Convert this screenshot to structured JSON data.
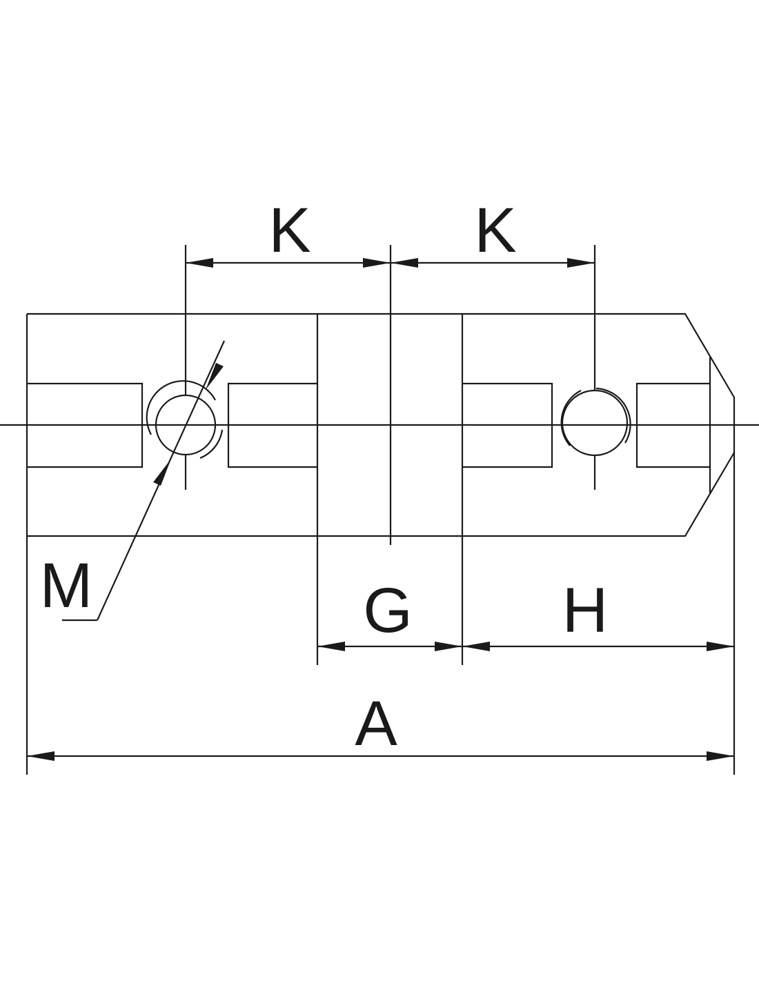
{
  "labels": {
    "k_left": "K",
    "k_right": "K",
    "m": "M",
    "g": "G",
    "h": "H",
    "a": "A"
  },
  "colors": {
    "line": "#1a1a1a",
    "background": "#ffffff"
  }
}
